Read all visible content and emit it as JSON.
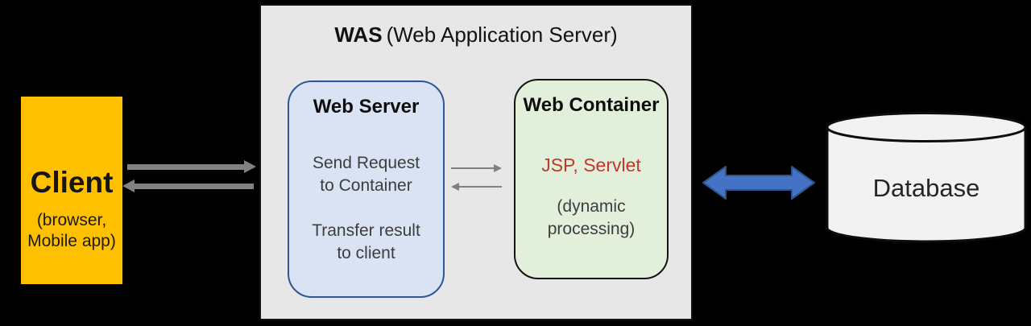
{
  "diagram": {
    "title": {
      "bold": "WAS",
      "rest": "(Web Application Server)"
    },
    "client": {
      "label": "Client",
      "sublabel": "(browser,\nMobile app)"
    },
    "was": {
      "web_server": {
        "title": "Web Server",
        "body1": "Send Request\nto Container",
        "body2": "Transfer result\nto client"
      },
      "web_container": {
        "title": "Web Container",
        "tech": "JSP, Servlet",
        "note": "(dynamic\nprocessing)"
      }
    },
    "database": {
      "label": "Database"
    },
    "colors": {
      "background": "#000000",
      "client_fill": "#ffc000",
      "was_panel_fill": "#e8e7e7",
      "web_server_fill": "#dae3f3",
      "web_server_border": "#2e5597",
      "web_container_fill": "#e2efda",
      "web_container_border": "#141414",
      "tech_text_red": "#c0392b",
      "gray_arrow": "#828282",
      "thin_gray_arrow": "#7f7f7f",
      "blue_arrow_fill": "#4472c4",
      "blue_arrow_border": "#2f528f",
      "database_fill": "#f2f2f2"
    }
  }
}
